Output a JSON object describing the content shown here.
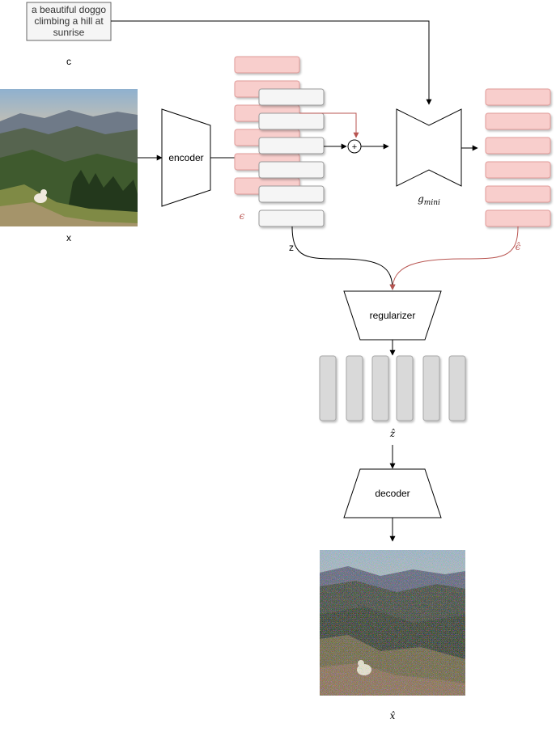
{
  "prompt": {
    "lines": [
      "a beautiful doggo",
      "climbing a hill at",
      "sunrise"
    ],
    "label": "c"
  },
  "input": {
    "label": "x"
  },
  "encoder": {
    "label": "encoder"
  },
  "noise": {
    "label": "ϵ"
  },
  "latent": {
    "label": "z"
  },
  "plus": {
    "symbol": "+"
  },
  "model": {
    "label_main": "g",
    "label_sub": "mini"
  },
  "pred_noise": {
    "label": "ϵ̂"
  },
  "regularizer": {
    "label": "regularizer"
  },
  "reg_latent": {
    "label": "ẑ"
  },
  "decoder": {
    "label": "decoder"
  },
  "output": {
    "label": "x̂"
  },
  "colors": {
    "noise_fill": "#f8cecc",
    "noise_stroke": "#e09a98",
    "latent_fill": "#f5f5f5",
    "latent_stroke": "#999999",
    "bar_fill": "#d9d9d9",
    "bar_stroke": "#a6a6a6",
    "red_arrow": "#b85450"
  }
}
